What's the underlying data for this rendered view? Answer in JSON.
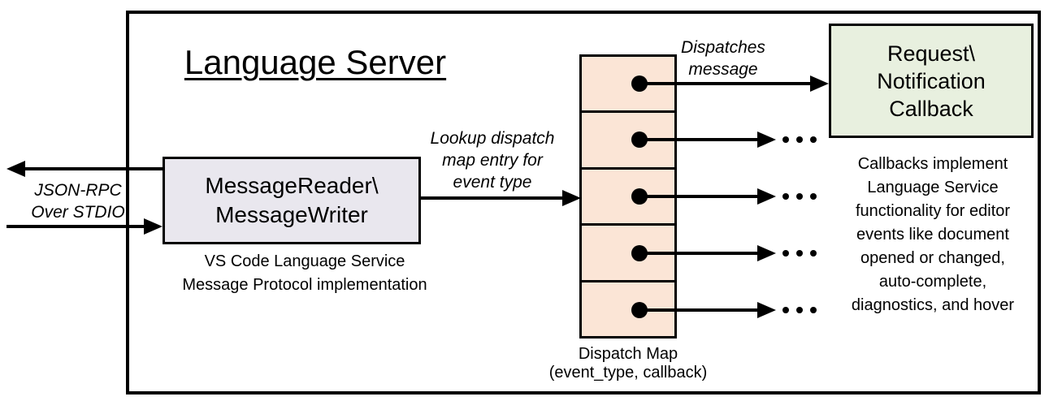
{
  "diagram": {
    "title": "Language Server",
    "left_channel": {
      "line1": "JSON-RPC",
      "line2": "Over STDIO"
    },
    "message_box": {
      "line1": "MessageReader\\",
      "line2": "MessageWriter",
      "caption_line1": "VS Code Language Service",
      "caption_line2": "Message Protocol implementation",
      "fill": "#E9E7EE"
    },
    "lookup_arrow": {
      "line1": "Lookup dispatch",
      "line2": "map entry for",
      "line3": "event type"
    },
    "dispatch_map": {
      "cell_count": 5,
      "fill": "#FBE5D6",
      "caption_line1": "Dispatch Map",
      "caption_line2": "(event_type, callback)"
    },
    "dispatch_arrow": {
      "line1": "Dispatches",
      "line2": "message"
    },
    "callback_box": {
      "line1": "Request\\",
      "line2": "Notification",
      "line3": "Callback",
      "fill": "#E8F0DF"
    },
    "callbacks_note": {
      "lines": [
        "Callbacks implement",
        "Language Service",
        "functionality for editor",
        "events like document",
        "opened or changed,",
        "auto-complete,",
        "diagnostics, and hover"
      ]
    }
  }
}
